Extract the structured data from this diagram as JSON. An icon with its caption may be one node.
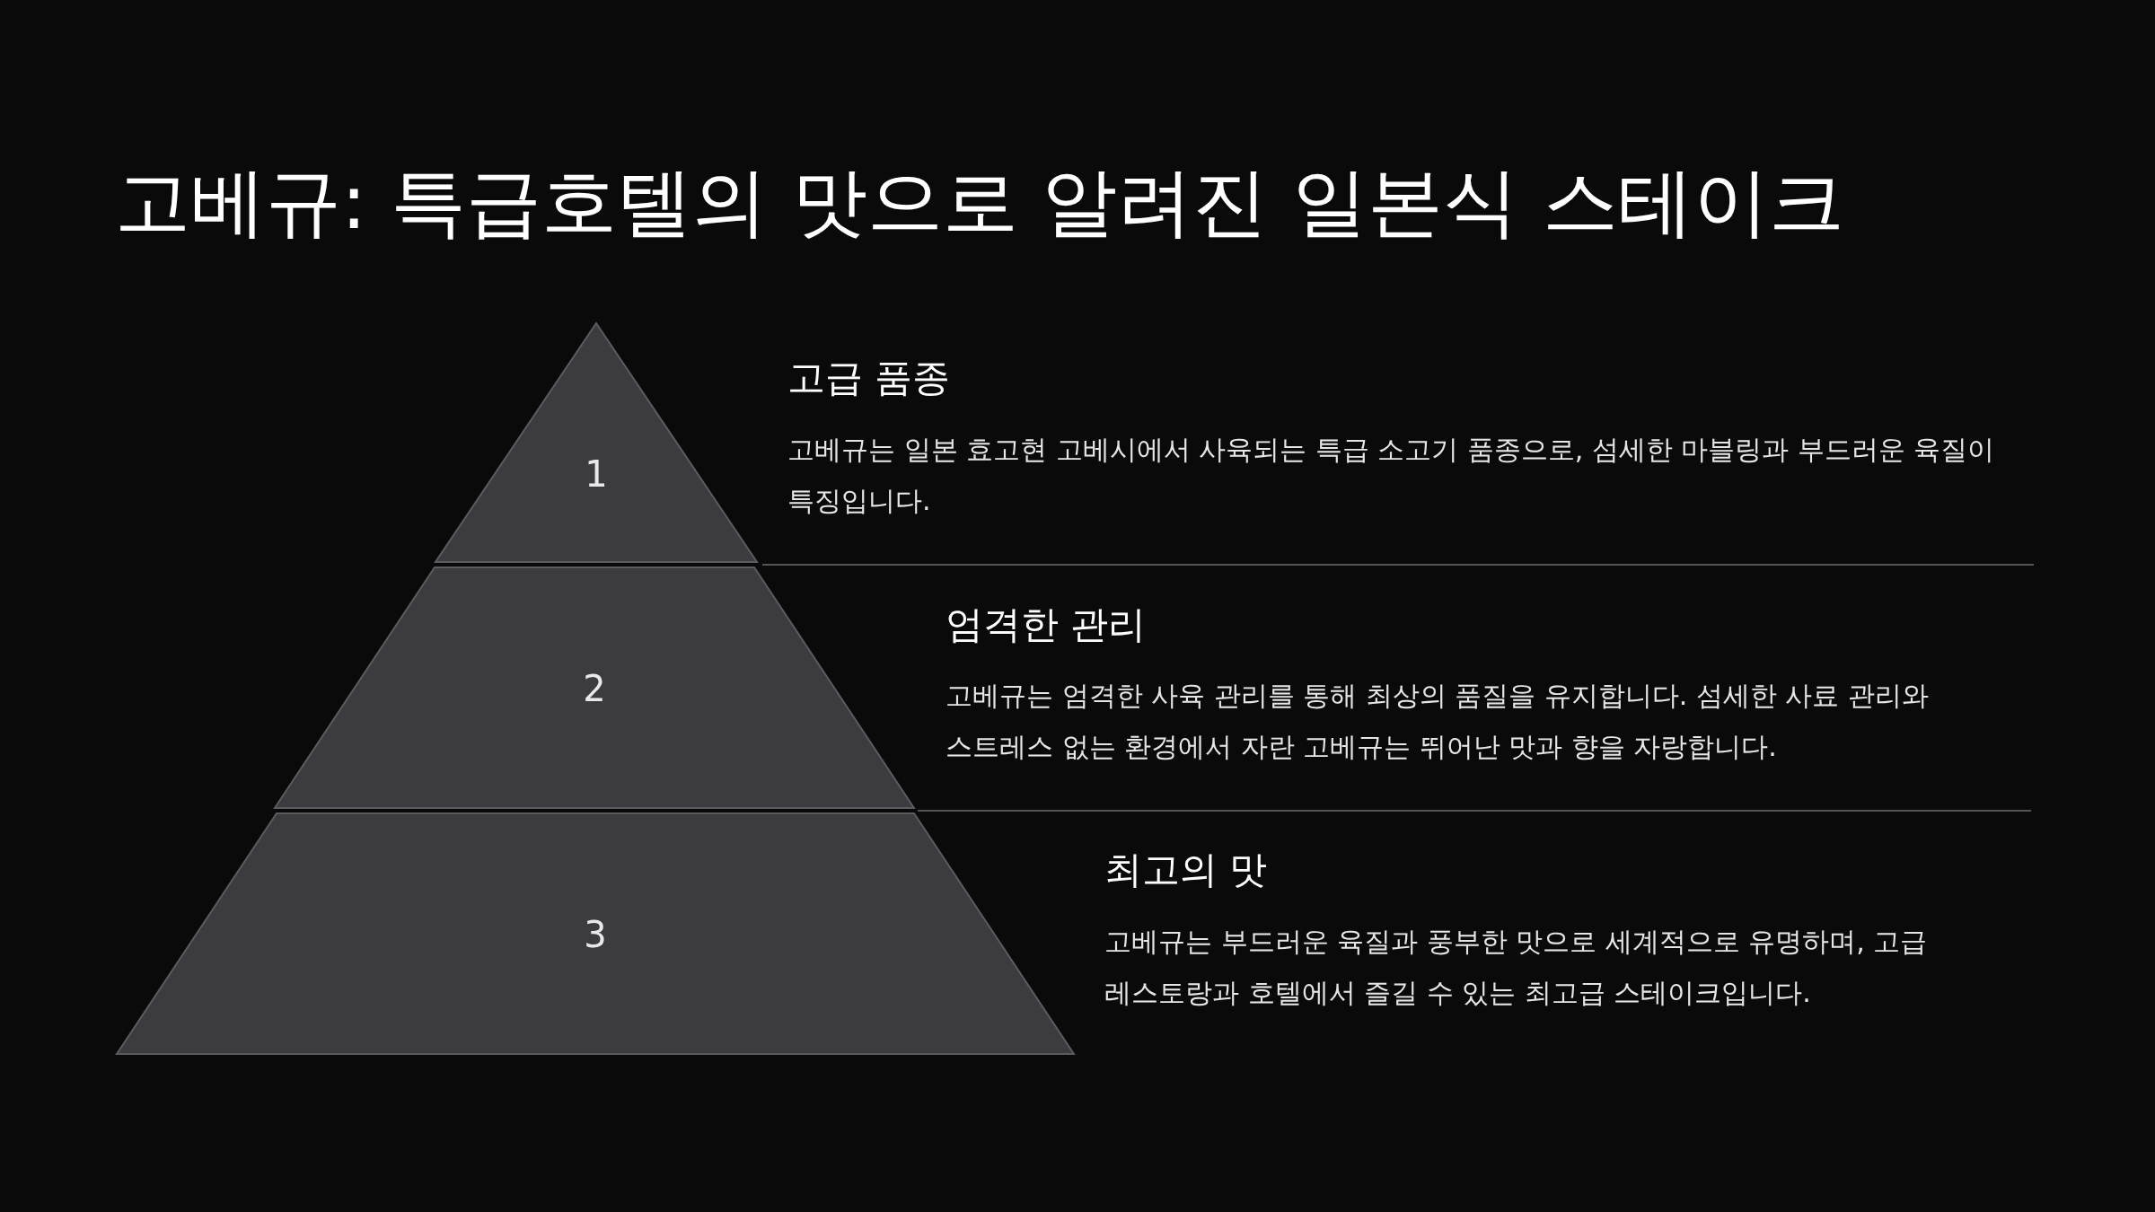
{
  "diagram": {
    "title": "고베규: 특급호텔의 맛으로 알려진 일본식 스테이크",
    "nodes": [
      {
        "text": [
          "1"
        ],
        "beside": [
          "고급 품종",
          "고베규는 일본 효고현 고베시에서 사육되는 특급 소고기 품종으로, 섬세한 마블링과 부드러운 육질이 특징입니다."
        ]
      },
      {
        "text": [
          "2"
        ],
        "beside": [
          "엄격한 관리",
          "고베규는 엄격한 사육 관리를 통해 최상의 품질을 유지합니다. 섬세한 사료 관리와 스트레스 없는 환경에서 자란 고베규는 뛰어난 맛과 향을 자랑합니다."
        ]
      },
      {
        "text": [
          "3"
        ],
        "beside": [
          "최고의 맛",
          "고베규는 부드러운 육질과 풍부한 맛으로 세계적으로 유명하며, 고급 레스토랑과 호텔에서 즐길 수 있는 최고급 스테이크입니다."
        ]
      }
    ],
    "edges": []
  }
}
